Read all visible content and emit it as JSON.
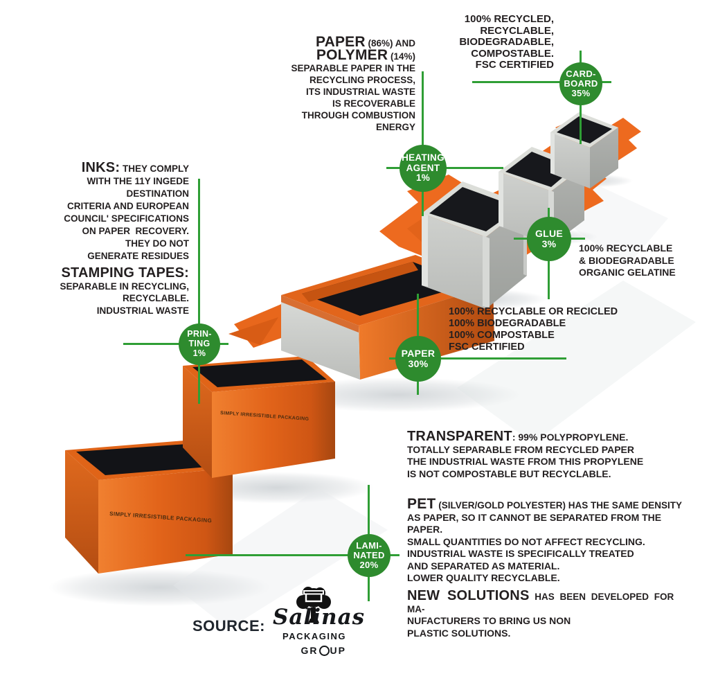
{
  "colors": {
    "badge_green": "#2e8b2e",
    "line_green": "#2f9e35",
    "box_orange": "#e8671c",
    "text_dark": "#231f20"
  },
  "badges": {
    "cardboard": {
      "l1": "CARD-",
      "l2": "BOARD",
      "l3": "35%"
    },
    "heating": {
      "l1": "HEATING",
      "l2": "AGENT",
      "l3": "1%"
    },
    "glue": {
      "l1": "GLUE",
      "l2": "3%"
    },
    "paper": {
      "l1": "PAPER",
      "l2": "30%"
    },
    "printing": {
      "l1": "PRIN-",
      "l2": "TING",
      "l3": "1%"
    },
    "laminated": {
      "l1": "LAMI-",
      "l2": "NATED",
      "l3": "20%"
    }
  },
  "notes": {
    "cardboard": {
      "l1": "100% RECYCLED,",
      "l2": "RECYCLABLE,",
      "l3": "BIODEGRADABLE,",
      "l4": "COMPOSTABLE.",
      "l5": "FSC CERTIFIED"
    },
    "paper_polymer": {
      "t1": "PAPER",
      "t1s": " (86%) AND",
      "t2": "POLYMER",
      "t2s": " (14%)",
      "l1": "SEPARABLE PAPER IN THE",
      "l2": "RECYCLING PROCESS,",
      "l3": "ITS INDUSTRIAL WASTE",
      "l4": "IS RECOVERABLE",
      "l5": "THROUGH COMBUSTION",
      "l6": "ENERGY"
    },
    "inks": {
      "t": "INKS:",
      "ts": " THEY COMPLY",
      "l1": "WITH THE 11Y INGEDE",
      "l2": "DESTINATION",
      "l3": "CRITERIA AND EUROPEAN",
      "l4": "COUNCIL' SPECIFICATIONS",
      "l5": "ON PAPER  RECOVERY.",
      "l6": "THEY DO NOT",
      "l7": "GENERATE RESIDUES"
    },
    "stamping": {
      "t": "STAMPING TAPES:",
      "l1": "SEPARABLE IN RECYCLING,",
      "l2": "RECYCLABLE.",
      "l3": "INDUSTRIAL WASTE"
    },
    "glue": {
      "l1": "100% RECYCLABLE",
      "l2": "& BIODEGRADABLE",
      "l3": "ORGANIC GELATINE"
    },
    "paper": {
      "l1": "100% RECYCLABLE OR RECICLED",
      "l2": "100% BIODEGRADABLE",
      "l3": "100% COMPOSTABLE",
      "l4": "FSC CERTIFIED"
    },
    "transparent": {
      "t": "TRANSPARENT",
      "ts": ": 99% POLYPROPYLENE.",
      "l1": "TOTALLY SEPARABLE FROM RECYCLED PAPER",
      "l2": "THE INDUSTRIAL WASTE FROM THIS PROPYLENE",
      "l3": "IS NOT COMPOSTABLE BUT RECYCLABLE."
    },
    "pet": {
      "t": "PET",
      "ts": " (SILVER/GOLD POLYESTER) HAS THE SAME DENSITY",
      "l1": "AS PAPER, SO IT CANNOT BE SEPARATED FROM THE PAPER.",
      "l2": "SMALL QUANTITIES DO NOT AFFECT RECYCLING.",
      "l3": "INDUSTRIAL WASTE IS SPECIFICALLY TREATED",
      "l4": "AND SEPARATED AS MATERIAL.",
      "l5": "LOWER QUALITY RECYCLABLE."
    },
    "new_solutions": {
      "t": "NEW SOLUTIONS",
      "ts": " HAS BEEN DEVELOPED FOR MA-",
      "l1": "NUFACTURERS TO BRING US NON",
      "l2": "PLASTIC SOLUTIONS."
    }
  },
  "box_print": "SIMPLY IRRESISTIBLE PACKAGING",
  "source": {
    "label": "SOURCE:",
    "brand": "Salinas",
    "packaging": "PACKAGING",
    "group_pre": "GR",
    "group_post": "UP"
  }
}
